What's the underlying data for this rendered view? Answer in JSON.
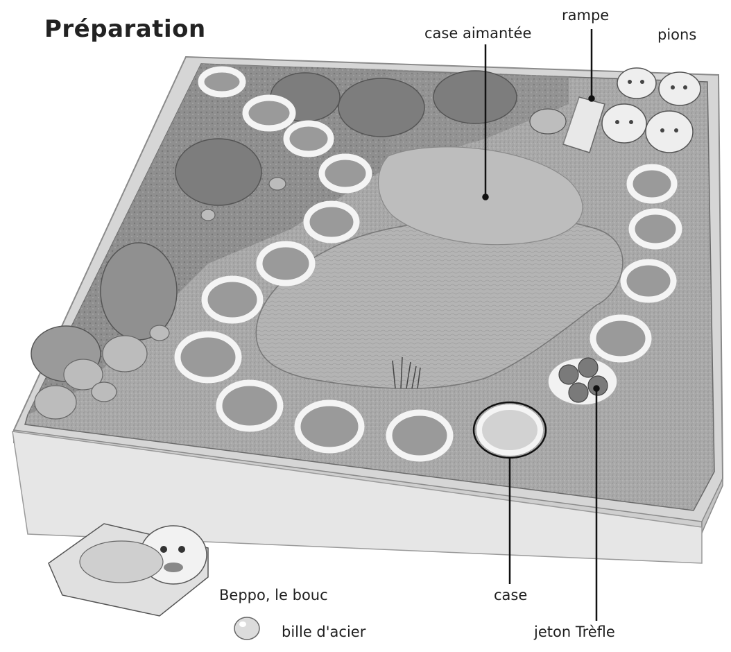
{
  "page": {
    "title": "Préparation"
  },
  "labels": {
    "rampe": "rampe",
    "case_aimantee": "case aimantée",
    "pions": "pions",
    "beppo": "Beppo, le bouc",
    "case": "case",
    "bille": "bille d'acier",
    "jeton": "jeton Trèfle"
  },
  "colors": {
    "board_edge": "#d9d9d9",
    "board_surface": "#a8a8a8",
    "circle_ring": "#f4f4f4",
    "leader_line": "#111111"
  }
}
